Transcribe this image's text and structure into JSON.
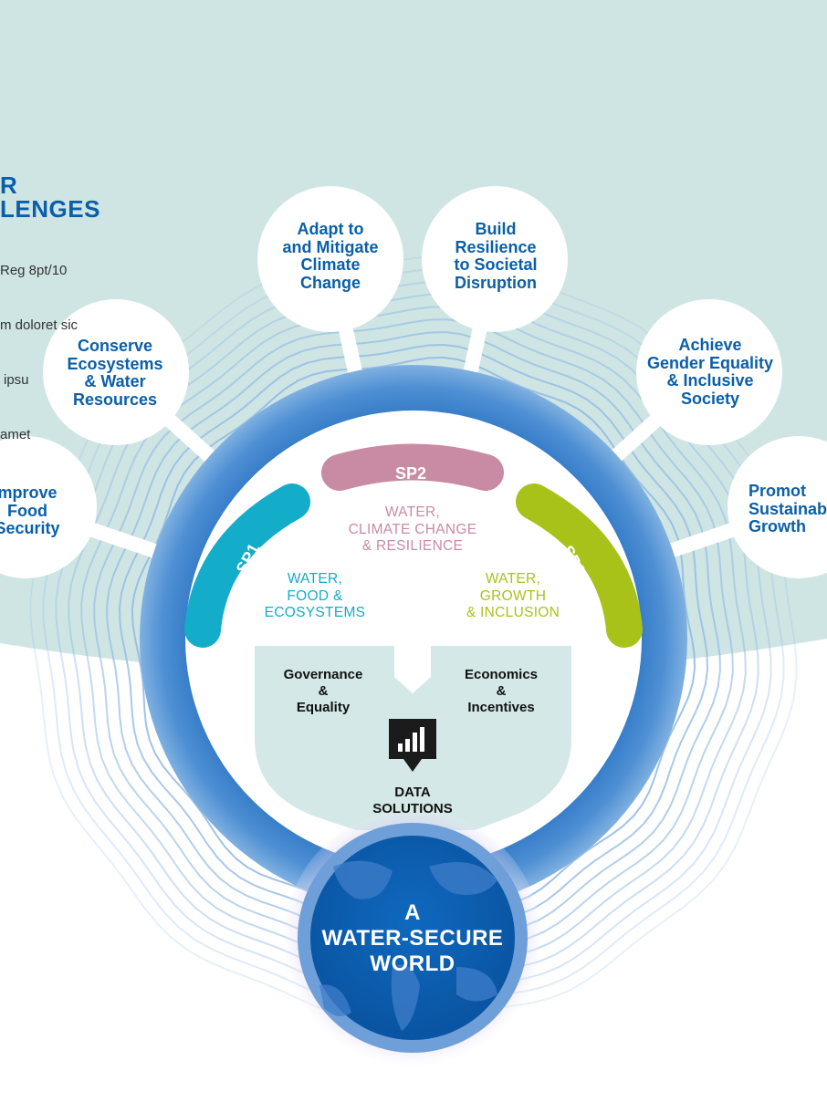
{
  "intro": {
    "heading_lines": [
      "R",
      "LENGES"
    ],
    "body_lines": [
      "Reg 8pt/10",
      "m doloret sic",
      "ipsu",
      "amet"
    ]
  },
  "challenges": [
    {
      "id": "food",
      "label": "mprove\nFood\nSecurity"
    },
    {
      "id": "ecosystems",
      "label": "Conserve\nEcosystems\n& Water\nResources"
    },
    {
      "id": "climate",
      "label": "Adapt to\nand Mitigate\nClimate\nChange"
    },
    {
      "id": "resilience",
      "label": "Build\nResilience\nto Societal\nDisruption"
    },
    {
      "id": "gender",
      "label": "Achieve\nGender Equality\n& Inclusive\nSociety"
    },
    {
      "id": "growth",
      "label": "Promot\nSustainab\nGrowth"
    }
  ],
  "programs": [
    {
      "id": "SP1",
      "tab": "SP1",
      "title": "WATER,\nFOOD &\nECOSYSTEMS",
      "color": "#13acc9"
    },
    {
      "id": "SP2",
      "tab": "SP2",
      "title": "WATER,\nCLIMATE CHANGE\n& RESILIENCE",
      "color": "#c98aa3"
    },
    {
      "id": "SP3",
      "tab": "SP3",
      "title": "WATER,\nGROWTH\n& INCLUSION",
      "color": "#a9c21a"
    }
  ],
  "pillars": {
    "left": "Governance\n&\nEquality",
    "right": "Economics\n&\nIncentives",
    "data": "DATA\nSOLUTIONS",
    "data_icon": "bar-chart-icon"
  },
  "goal": "A\nWATER-SECURE\nWORLD",
  "colors": {
    "background_panel": "#cfe5e4",
    "primary_blue": "#0a5fa8",
    "ring_blue": "#2f7cc9",
    "globe_blue": "#0b5fb0"
  }
}
